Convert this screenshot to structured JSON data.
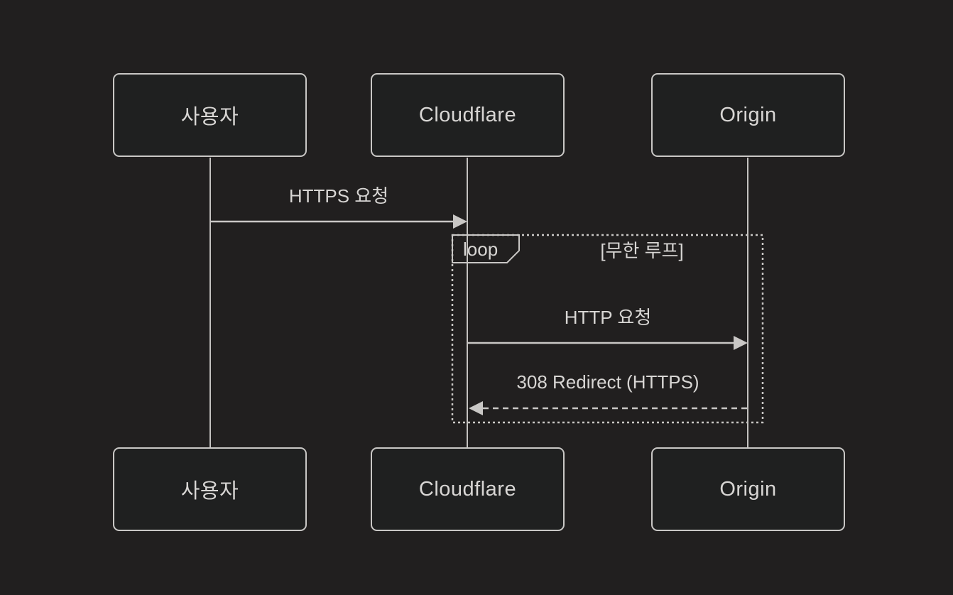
{
  "diagram": {
    "type": "sequence-diagram",
    "actors": [
      {
        "id": "user",
        "label": "사용자"
      },
      {
        "id": "cloudflare",
        "label": "Cloudflare"
      },
      {
        "id": "origin",
        "label": "Origin"
      }
    ],
    "messages": [
      {
        "from": "user",
        "to": "cloudflare",
        "label": "HTTPS 요청",
        "line": "solid"
      },
      {
        "from": "cloudflare",
        "to": "origin",
        "label": "HTTP 요청",
        "line": "solid"
      },
      {
        "from": "origin",
        "to": "cloudflare",
        "label": "308 Redirect (HTTPS)",
        "line": "dashed"
      }
    ],
    "loop": {
      "keyword": "loop",
      "condition": "[무한 루프]"
    },
    "colors": {
      "background": "#211f1f",
      "node_fill": "#1f2020",
      "stroke": "#c9c7c5",
      "text": "#d8d6d4"
    }
  }
}
